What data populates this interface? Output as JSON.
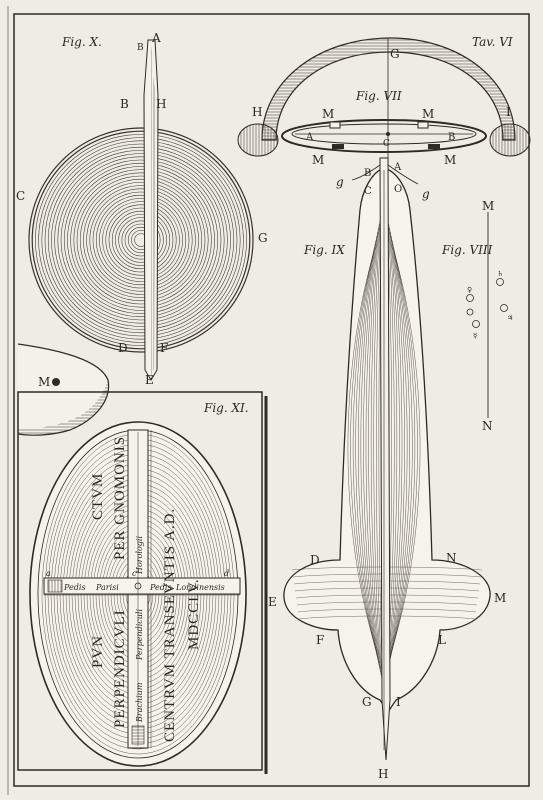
{
  "plate": {
    "title": "Tav. VI",
    "paper_color": "#efece4",
    "ink_color": "#2f2a22"
  },
  "fig10": {
    "title": "Fig. X.",
    "labels": {
      "A": "A",
      "B_top": "B",
      "B": "B",
      "H": "H",
      "C": "C",
      "G": "G",
      "D": "D",
      "F": "F",
      "E": "E",
      "M": "M"
    }
  },
  "fig7": {
    "title": "Fig. VII",
    "labels": {
      "G": "G",
      "H": "H",
      "I": "I",
      "M1": "M",
      "M2": "M",
      "A": "A",
      "C": "C",
      "B": "B",
      "M3": "M",
      "M4": "M"
    }
  },
  "fig9": {
    "title": "Fig. IX",
    "labels": {
      "B": "B",
      "A": "A",
      "g1": "g",
      "g2": "g",
      "C": "C",
      "O": "O",
      "D": "D",
      "N": "N",
      "E": "E",
      "M": "M",
      "F": "F",
      "L": "L",
      "G": "G",
      "I": "I",
      "H": "H"
    }
  },
  "fig8": {
    "title": "Fig. VIII",
    "labels": {
      "M": "M",
      "N": "N"
    },
    "planet_icons": [
      "saturn-icon",
      "venus-icon",
      "jupiter-icon",
      "mars-icon",
      "mercury-icon"
    ]
  },
  "fig11": {
    "title": "Fig. XI.",
    "inscription": {
      "line1a": "PVN",
      "line1b": "CTVM",
      "line2a": "PERPENDICVLI",
      "line2b": "PER GNOMONIS",
      "line3": "CENTRVM TRANSEVNTIS A.D.",
      "line4": "MDCCLV."
    },
    "scale_words": {
      "horizontal": [
        "Pedis",
        "Parisi",
        "Pedis",
        "Londinensis"
      ],
      "vertical_top": "Horologii",
      "vertical_mid": "Perpendiculi",
      "vertical_bot": "Brachium"
    },
    "letters": {
      "a": "a",
      "c": "c",
      "d": "d"
    }
  }
}
